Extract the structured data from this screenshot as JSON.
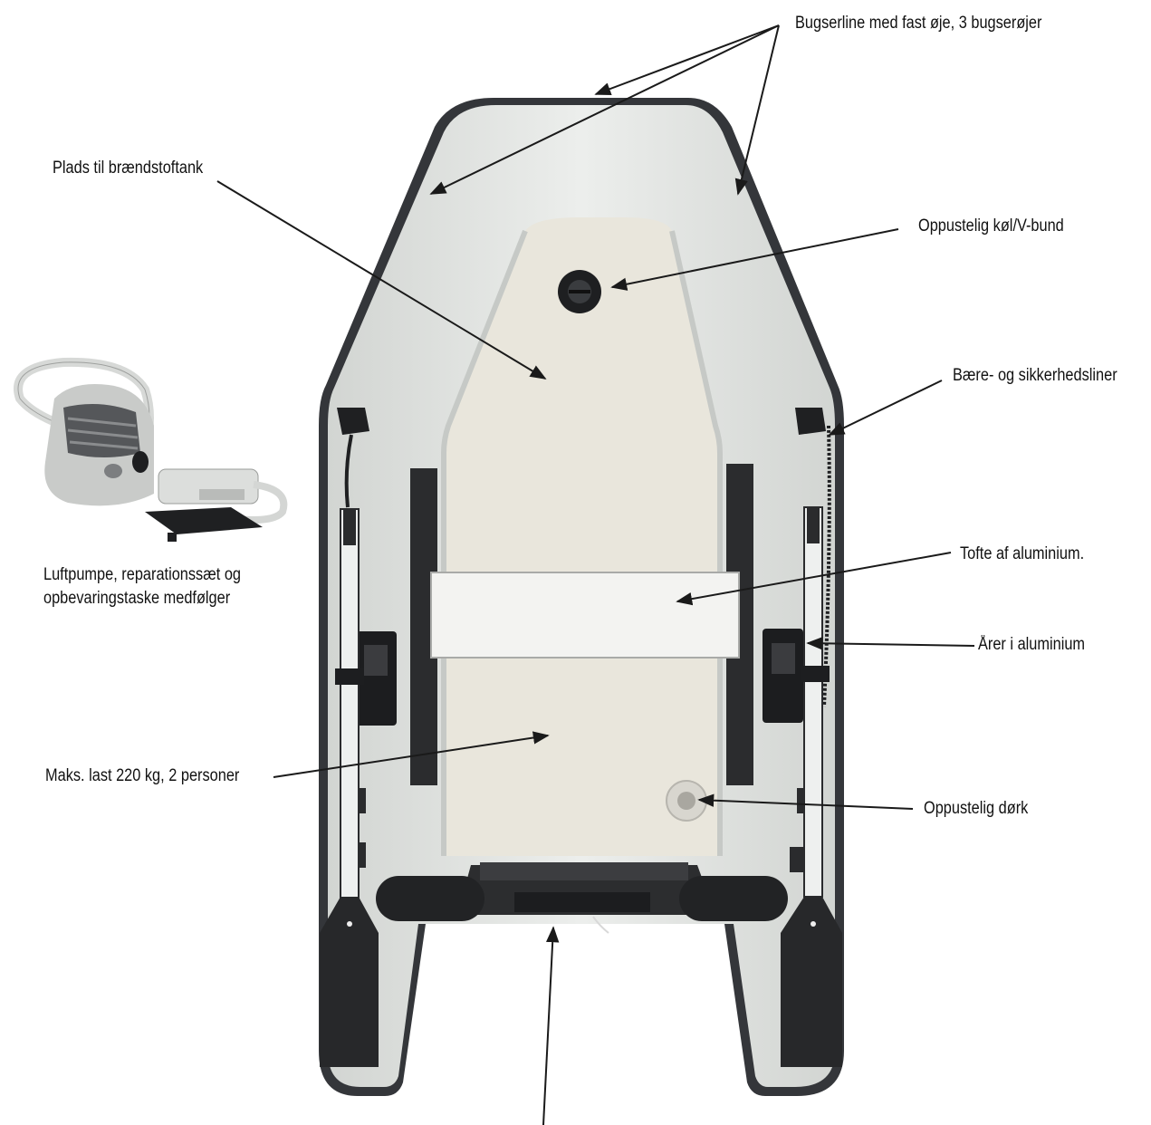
{
  "labels": {
    "bow_line": "Bugserline med fast øje, 3 bugserøjer",
    "fuel_tank": "Plads til brændstoftank",
    "keel": "Oppustelig køl/V-bund",
    "safety_lines": "Bære- og sikkerhedsliner",
    "pump_line1": "Luftpumpe, reparationssæt og",
    "pump_line2": "opbevaringstaske medfølger",
    "thwart": "Tofte af aluminium.",
    "oars": "Årer i aluminium",
    "max_load": "Maks. last 220 kg, 2 personer",
    "floor": "Oppustelig dørk"
  },
  "colors": {
    "tube": "#e3e5e3",
    "tube_shade": "#c9ccc9",
    "floor": "#ebe8df",
    "dark": "#2a2b2d",
    "seat": "#f1f1ee",
    "line": "#1a1a1a"
  },
  "icons": [
    "hand-pump-icon",
    "oar-icon",
    "valve-icon",
    "oarlock-icon"
  ]
}
